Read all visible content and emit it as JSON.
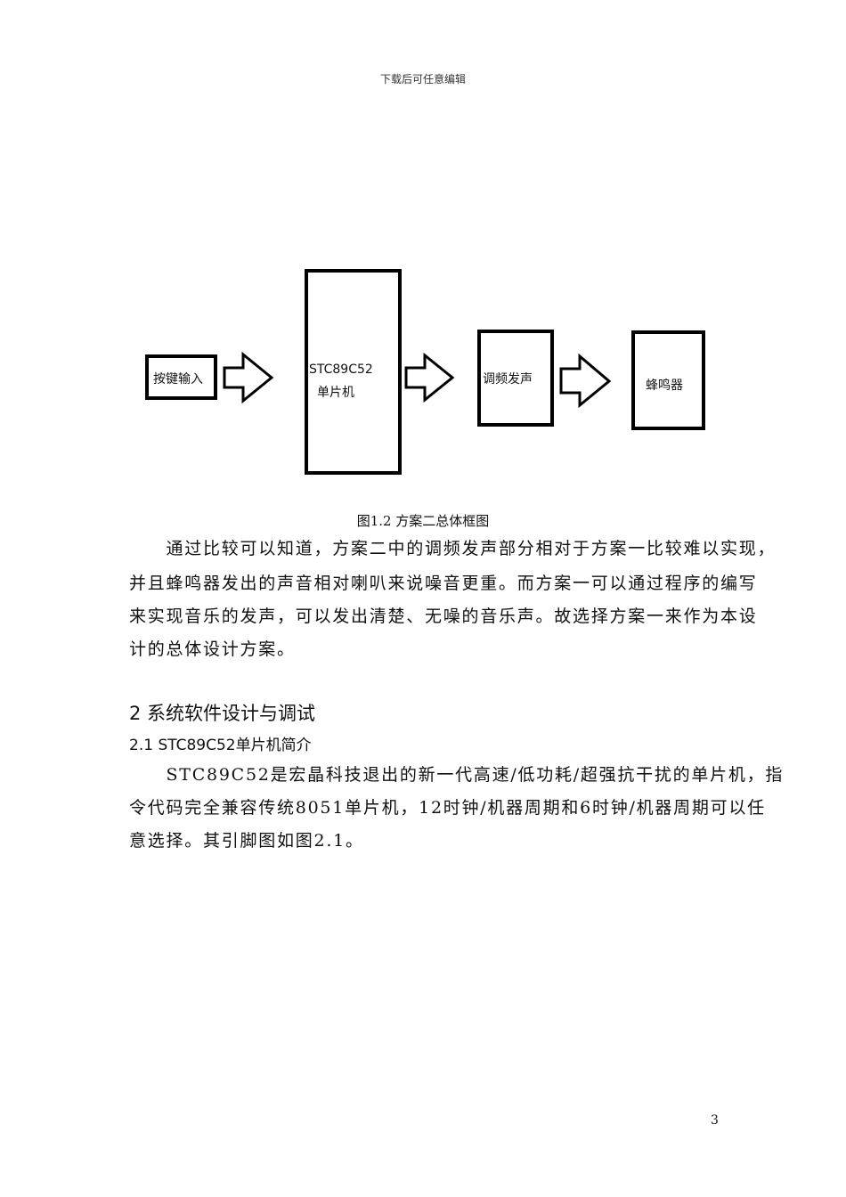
{
  "header": "下载后可任意编辑",
  "diagram": {
    "box1": "按键输入",
    "box2_line1": "STC89C52",
    "box2_line2": "单片机",
    "box3": "调频发声",
    "box4": "蜂鸣器"
  },
  "caption": "图1.2 方案二总体框图",
  "para1": [
    "　　通过比较可以知道，方案二中的调频发声部分相对于方案一比较难以实现，",
    "并且蜂鸣器发出的声音相对喇叭来说噪音更重。而方案一可以通过程序的编写",
    "来实现音乐的发声，可以发出清楚、无噪的音乐声。故选择方案一来作为本设",
    "计的总体设计方案。"
  ],
  "heading1": "2 系统软件设计与调试",
  "heading2": "2.1 STC89C52单片机简介",
  "para2": [
    "　　STC89C52是宏晶科技退出的新一代高速/低功耗/超强抗干扰的单片机，指",
    "令代码完全兼容传统8051单片机，12时钟/机器周期和6时钟/机器周期可以任",
    "意选择。其引脚图如图2.1。"
  ],
  "page_number": "3"
}
